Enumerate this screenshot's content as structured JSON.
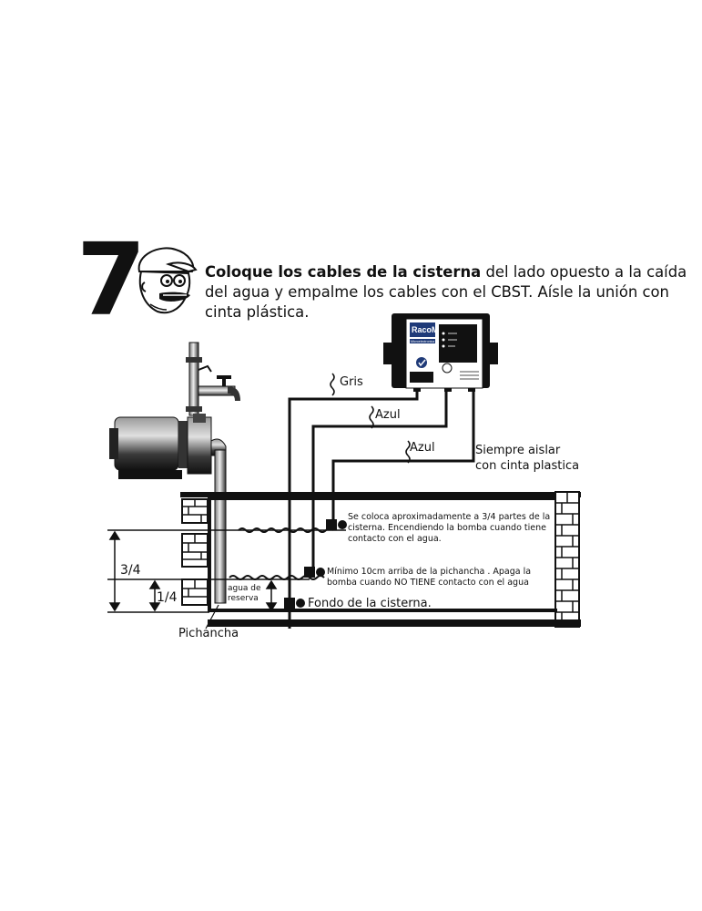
{
  "step": {
    "number": "7"
  },
  "instruction": {
    "bold": "Coloque  los cables de la cisterna",
    "rest": " del lado opuesto a la caída del agua y empalme los cables con el CBST. Aísle la unión con cinta plástica."
  },
  "controller": {
    "brand": "RacoM",
    "sub": "Microelectronica"
  },
  "wires": {
    "gris": "Gris",
    "azul1": "Azul",
    "azul2": "Azul",
    "aislar": "Siempre aislar\ncon cinta plastica"
  },
  "sensors": {
    "top": "Se coloca aproximadamente a 3/4 partes de la cisterna. Encendiendo la bomba cuando tiene contacto con el agua.",
    "middle": "Mínimo 10cm arriba de la pichancha . Apaga la bomba cuando NO TIENE contacto con el agua",
    "bottom": "Fondo de la cisterna."
  },
  "levels": {
    "three_quarters": "3/4",
    "one_quarter": "1/4",
    "reserva": "agua de reserva",
    "pichancha": "Pichancha"
  },
  "colors": {
    "ink": "#111111",
    "brick": "#1a1a1a",
    "pump": "#3a3a3a",
    "panel": "#1f3a78"
  }
}
